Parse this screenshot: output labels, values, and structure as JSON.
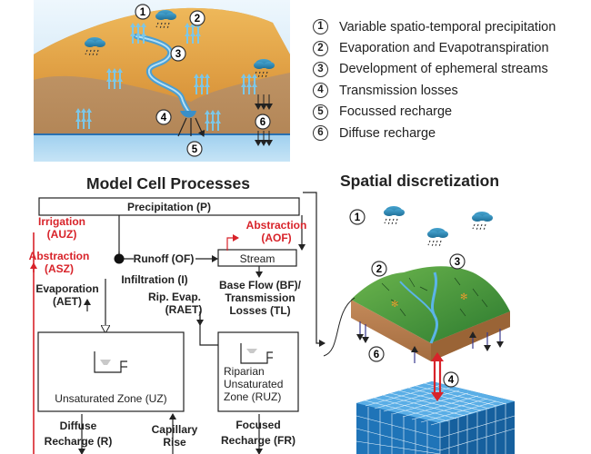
{
  "legend": {
    "items": [
      {
        "num": "1",
        "text": "Variable spatio-temporal precipitation"
      },
      {
        "num": "2",
        "text": "Evaporation and Evapotranspiration"
      },
      {
        "num": "3",
        "text": "Development of ephemeral streams"
      },
      {
        "num": "4",
        "text": "Transmission losses"
      },
      {
        "num": "5",
        "text": "Focussed recharge"
      },
      {
        "num": "6",
        "text": "Diffuse recharge"
      }
    ]
  },
  "landscape": {
    "markers": [
      "1",
      "2",
      "3",
      "4",
      "5",
      "6"
    ]
  },
  "model_cell": {
    "title": "Model Cell Processes",
    "precipitation": "Precipitation (P)",
    "irrigation": [
      "Irrigation",
      "(AUZ)"
    ],
    "abstraction_asz": [
      "Abstraction",
      "(ASZ)"
    ],
    "abstraction_aof": [
      "Abstraction",
      "(AOF)"
    ],
    "runoff": "Runoff (OF)",
    "stream": "Stream",
    "infiltration": "Infiltration (I)",
    "evaporation": [
      "Evaporation",
      "(AET)"
    ],
    "rip_evap": [
      "Rip. Evap.",
      "(RAET)"
    ],
    "base_flow": [
      "Base Flow (BF)/",
      "Transmission",
      "Losses (TL)"
    ],
    "uz": "Unsaturated Zone (UZ)",
    "ruz": [
      "Riparian",
      "Unsaturated",
      "Zone (RUZ)"
    ],
    "diffuse": [
      "Diffuse",
      "Recharge (R)"
    ],
    "capillary": [
      "Capillary",
      "Rise"
    ],
    "focused": [
      "Focused",
      "Recharge (FR)"
    ]
  },
  "spatial": {
    "title": "Spatial discretization",
    "markers": [
      "1",
      "2",
      "3",
      "4",
      "6"
    ]
  },
  "colors": {
    "sky": "#c7e2f5",
    "land": "#e6a547",
    "soil": "#c89a69",
    "water": "#3a8fc8",
    "aquifer": "#a9d4ef",
    "green": "#3c8f3c",
    "grid": "#2f7fc4",
    "red": "#d8232a"
  }
}
